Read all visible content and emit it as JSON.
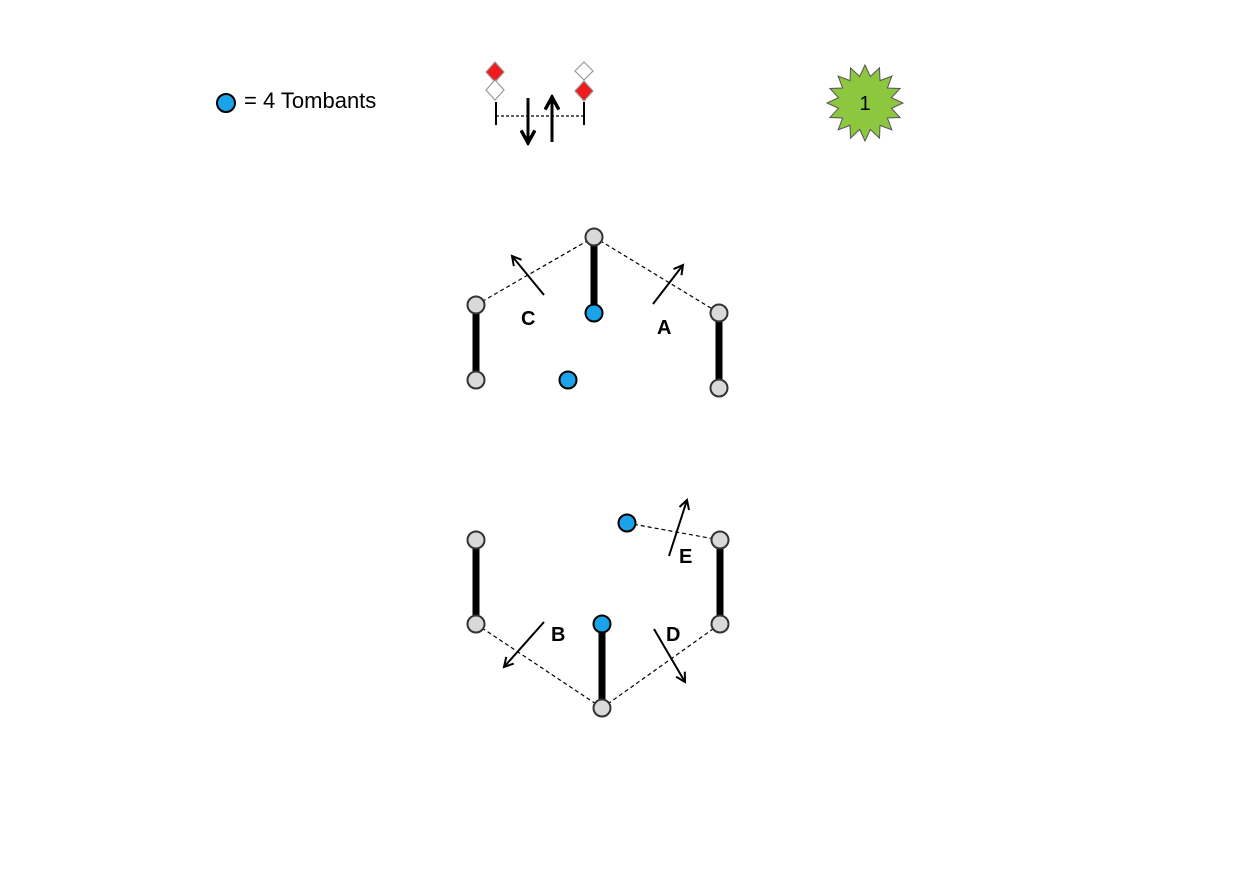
{
  "legend": {
    "blue_dot_text": "=  4 Tombants",
    "blue_dot_color": "#1aa3e8",
    "gate_symbol_icon": "gate-flag-icon",
    "flag_red_color": "#ee1c1c",
    "flag_white_color": "#ffffff"
  },
  "badge": {
    "number": "1",
    "color": "#8dc63f"
  },
  "colors": {
    "pole_fill": "#d9d9d9",
    "pole_stroke": "#333333",
    "bar": "#000000",
    "tombant": "#1aa3e8"
  },
  "gates": {
    "A": "A",
    "B": "B",
    "C": "C",
    "D": "D",
    "E": "E"
  }
}
